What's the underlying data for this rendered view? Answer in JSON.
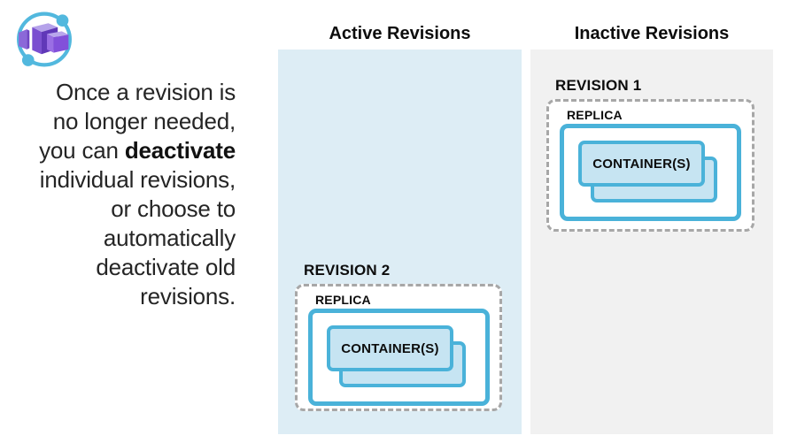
{
  "icon": {
    "name": "azure-container-apps-logo"
  },
  "intro": {
    "line1": "Once a revision is",
    "line2": "no longer needed,",
    "line3_pre": "you can ",
    "line3_bold": "deactivate",
    "line4": "individual revisions,",
    "line5": "or choose to",
    "line6": "automatically",
    "line7": "deactivate old",
    "line8": "revisions."
  },
  "columns": {
    "active": {
      "header": "Active Revisions",
      "revision": {
        "label": "REVISION 2",
        "replica_label": "REPLICA",
        "container_label": "CONTAINER(S)"
      }
    },
    "inactive": {
      "header": "Inactive Revisions",
      "revision": {
        "label": "REVISION 1",
        "replica_label": "REPLICA",
        "container_label": "CONTAINER(S)"
      }
    }
  },
  "colors": {
    "active_column_bg": "#ddedf5",
    "inactive_column_bg": "#f1f1f1",
    "box_border_blue": "#4ab2d9",
    "container_fill": "#c6e4f2",
    "dashed_border": "#a7a7a7",
    "logo_purple": "#7a4fd0",
    "logo_blue": "#52b8de",
    "text_color": "#252525"
  }
}
